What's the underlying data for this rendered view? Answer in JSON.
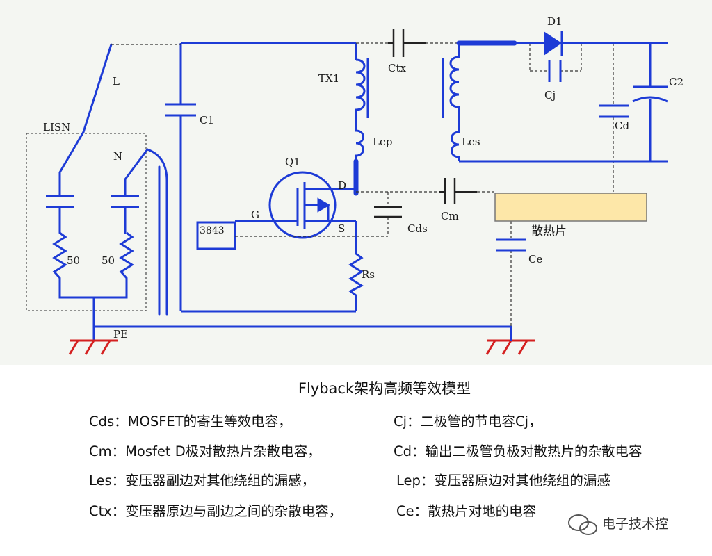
{
  "colors": {
    "background": "#f4f6f2",
    "wire": "#1d3bd6",
    "stray": "#222222",
    "heatsink_fill": "#fde7a8",
    "heatsink_stroke": "#777777"
  },
  "labels": {
    "L": "L",
    "N": "N",
    "LISN": "LISN",
    "r1": "50",
    "r2": "50",
    "PE": "PE",
    "C1": "C1",
    "TX1": "TX1",
    "Lep": "Lep",
    "Q1": "Q1",
    "D": "D",
    "G": "G",
    "S": "S",
    "ic": "3843",
    "Rs": "Rs",
    "Cds": "Cds",
    "Ctx": "Ctx",
    "Cm": "Cm",
    "Les": "Les",
    "D1": "D1",
    "Cj": "Cj",
    "Cd": "Cd",
    "C2": "C2",
    "heatsink": "散热片",
    "Ce": "Ce"
  },
  "caption": {
    "title": "Flyback架构高频等效模型",
    "notes": [
      "Cds：MOSFET的寄生等效电容，",
      "Cj：二极管的节电容Cj，",
      "Cm：Mosfet D极对散热片杂散电容，",
      "Cd：输出二极管负极对散热片的杂散电容",
      "Les：变压器副边对其他绕组的漏感，",
      "Lep：变压器原边对其他绕组的漏感",
      "Ctx：变压器原边与副边之间的杂散电容，",
      "Ce：散热片对地的电容"
    ]
  },
  "watermark": "电子技术控",
  "watermark_icon": "wechat-icon"
}
